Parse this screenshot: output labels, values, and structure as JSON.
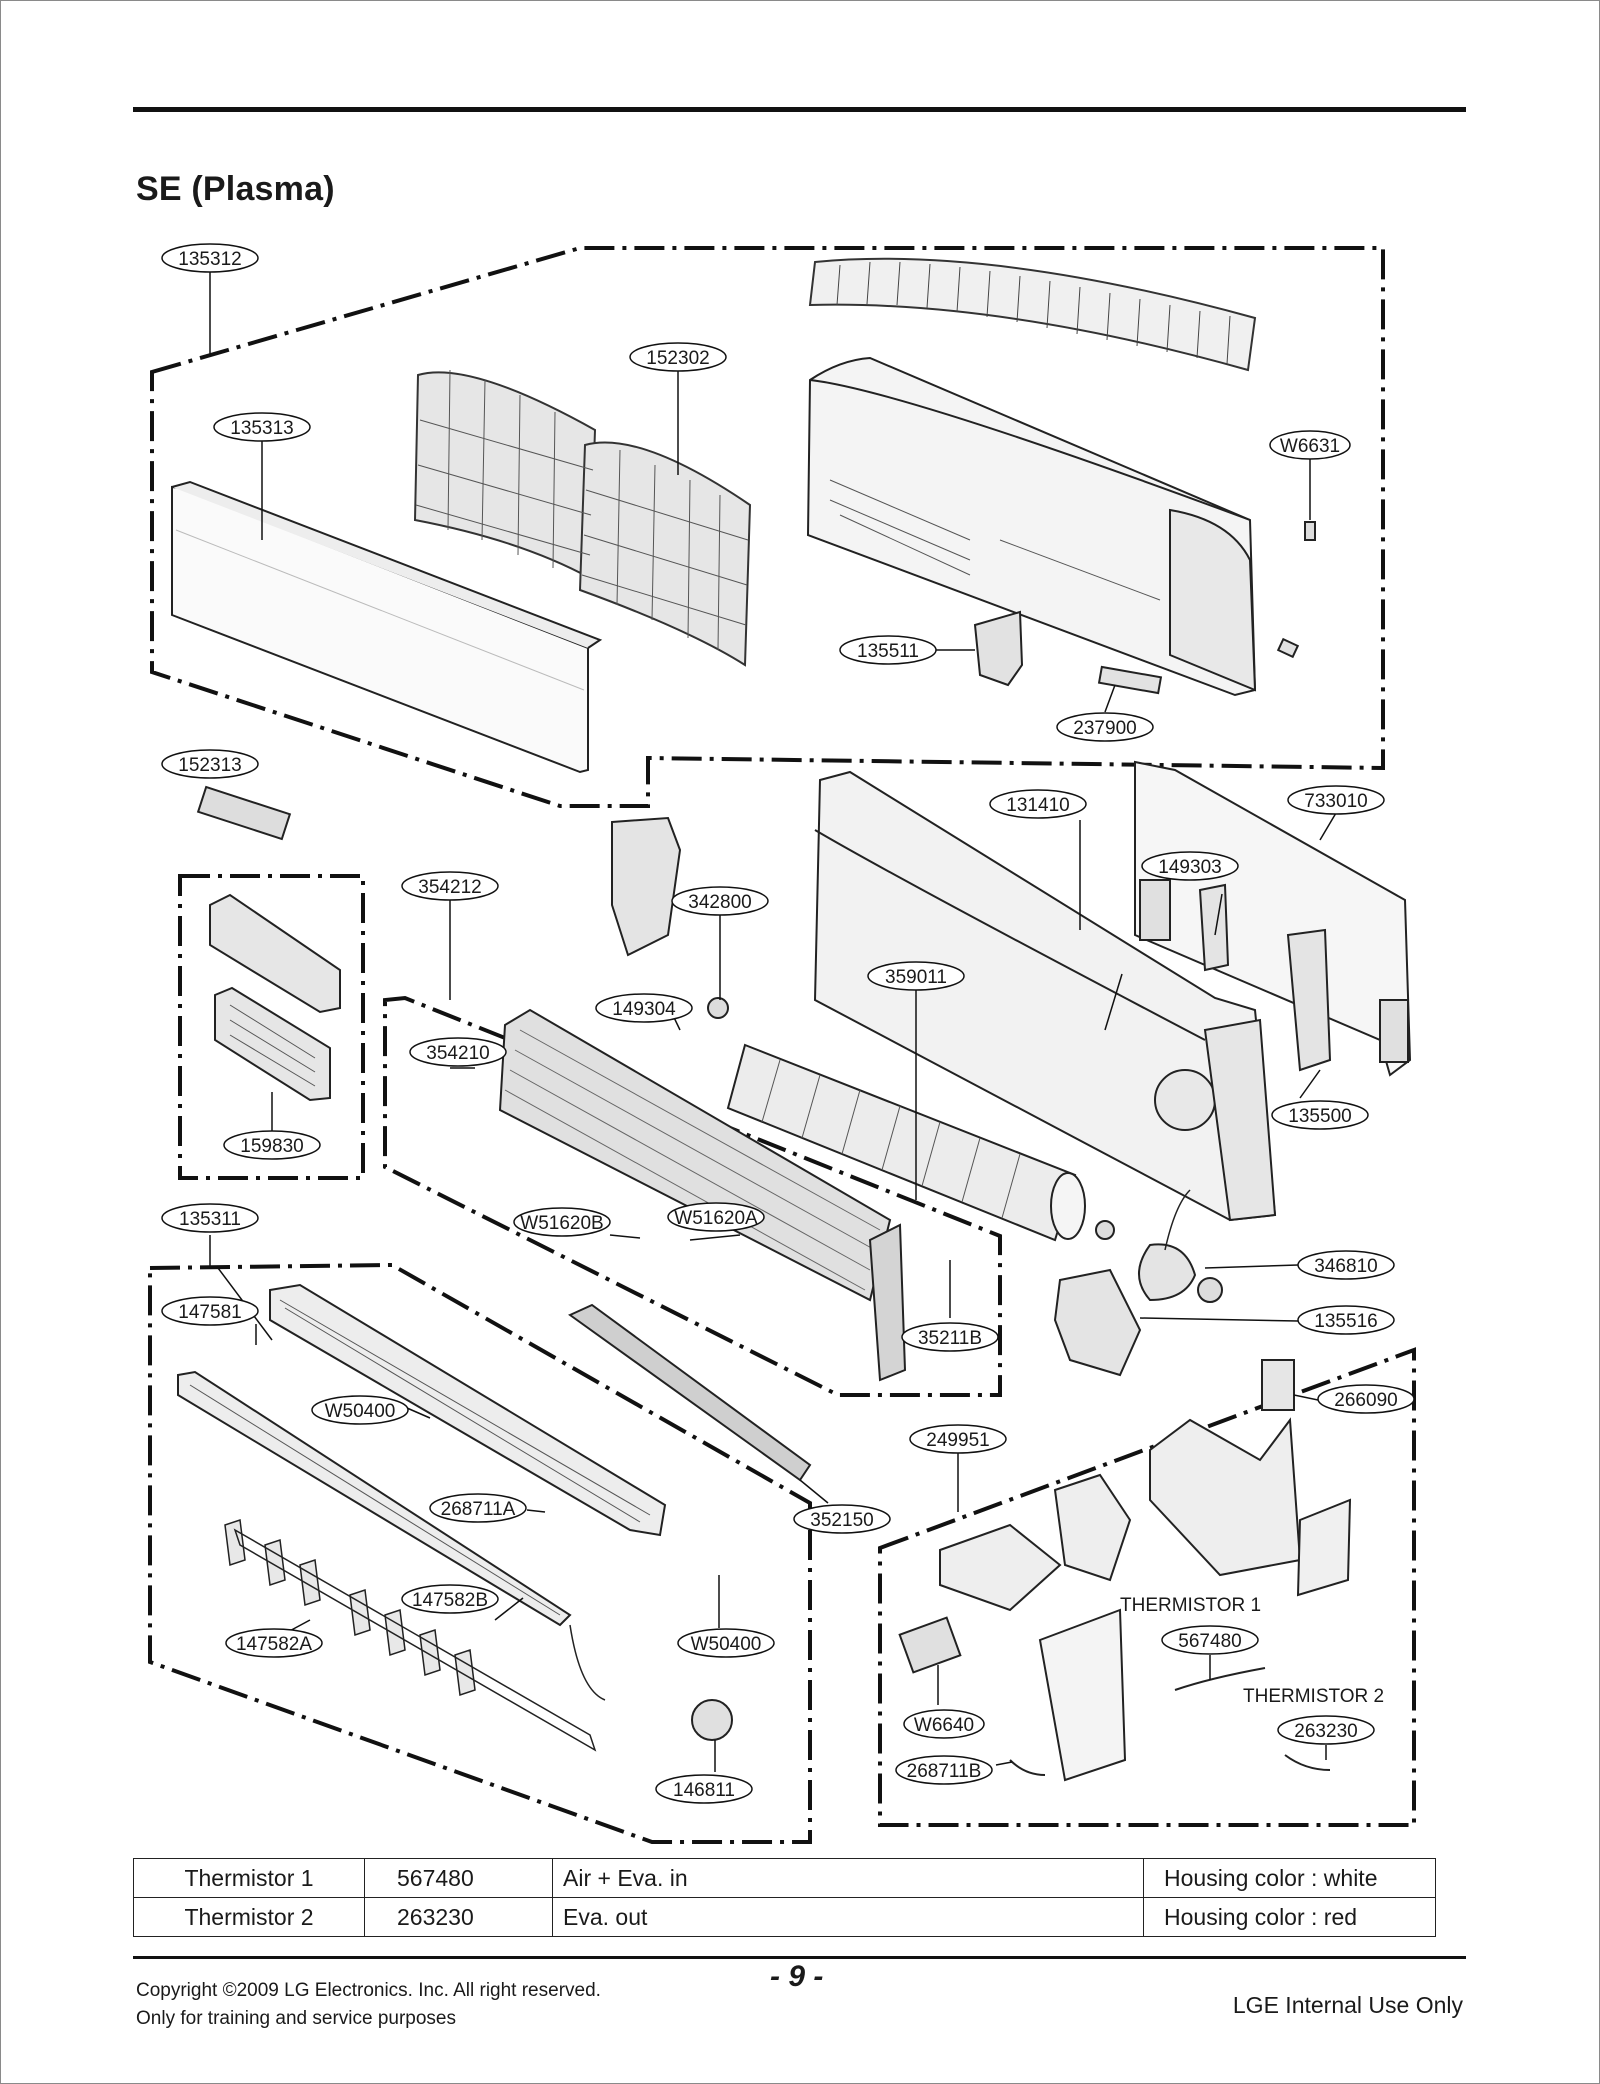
{
  "title": "SE (Plasma)",
  "part_labels": {
    "p135312": "135312",
    "p152302": "152302",
    "p135313": "135313",
    "pW6631": "W6631",
    "p135511": "135511",
    "p237900": "237900",
    "p152313": "152313",
    "p131410": "131410",
    "p733010": "733010",
    "p354212": "354212",
    "p342800": "342800",
    "p149303": "149303",
    "p149304": "149304",
    "p359011": "359011",
    "p354210": "354210",
    "p135500": "135500",
    "p159830": "159830",
    "p135311": "135311",
    "pW51620B": "W51620B",
    "pW51620A": "W51620A",
    "p346810": "346810",
    "p147581": "147581",
    "p35211B": "35211B",
    "p135516": "135516",
    "pW50400a": "W50400",
    "p266090": "266090",
    "p249951": "249951",
    "p268711A": "268711A",
    "p352150": "352150",
    "p147582B": "147582B",
    "pW50400b": "W50400",
    "p147582A": "147582A",
    "p567480": "567480",
    "p263230": "263230",
    "pW6640": "W6640",
    "p268711B": "268711B",
    "p146811": "146811"
  },
  "thermistor1_heading": "THERMISTOR 1",
  "thermistor2_heading": "THERMISTOR 2",
  "table": {
    "rows": [
      [
        "Thermistor 1",
        "567480",
        "Air + Eva. in",
        "Housing color : white"
      ],
      [
        "Thermistor 2",
        "263230",
        "Eva. out",
        "Housing color : red"
      ]
    ]
  },
  "footer": {
    "copyright": "Copyright ©2009 LG Electronics. Inc. All right reserved.",
    "training": "Only for training and service purposes",
    "page_number": "- 9 -",
    "internal": "LGE Internal Use Only"
  }
}
